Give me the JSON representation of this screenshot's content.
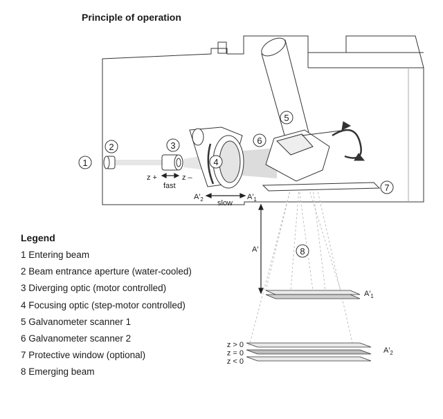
{
  "title": "Principle of operation",
  "legend": {
    "heading": "Legend",
    "items": [
      "1 Entering beam",
      "2 Beam entrance aperture (water-cooled)",
      "3 Diverging optic (motor controlled)",
      "4 Focusing optic (step-motor controlled)",
      "5 Galvanometer scanner 1",
      "6 Galvanometer scanner 2",
      "7 Protective window (optional)",
      "8 Emerging beam"
    ]
  },
  "callouts": {
    "n1": "1",
    "n2": "2",
    "n3": "3",
    "n4": "4",
    "n5": "5",
    "n6": "6",
    "n7": "7",
    "n8": "8"
  },
  "labels": {
    "z_plus": "z +",
    "z_minus": "z –",
    "fast": "fast",
    "slow": "slow",
    "a2_main": "A′",
    "a2_sub": "2",
    "a1_main": "A′",
    "a1_sub": "1",
    "a_prime": "A′",
    "a1_plane_main": "A′",
    "a1_plane_sub": "1",
    "a2_plane_main": "A′",
    "a2_plane_sub": "2",
    "z_gt0": "z > 0",
    "z_eq0": "z = 0",
    "z_lt0": "z < 0"
  }
}
